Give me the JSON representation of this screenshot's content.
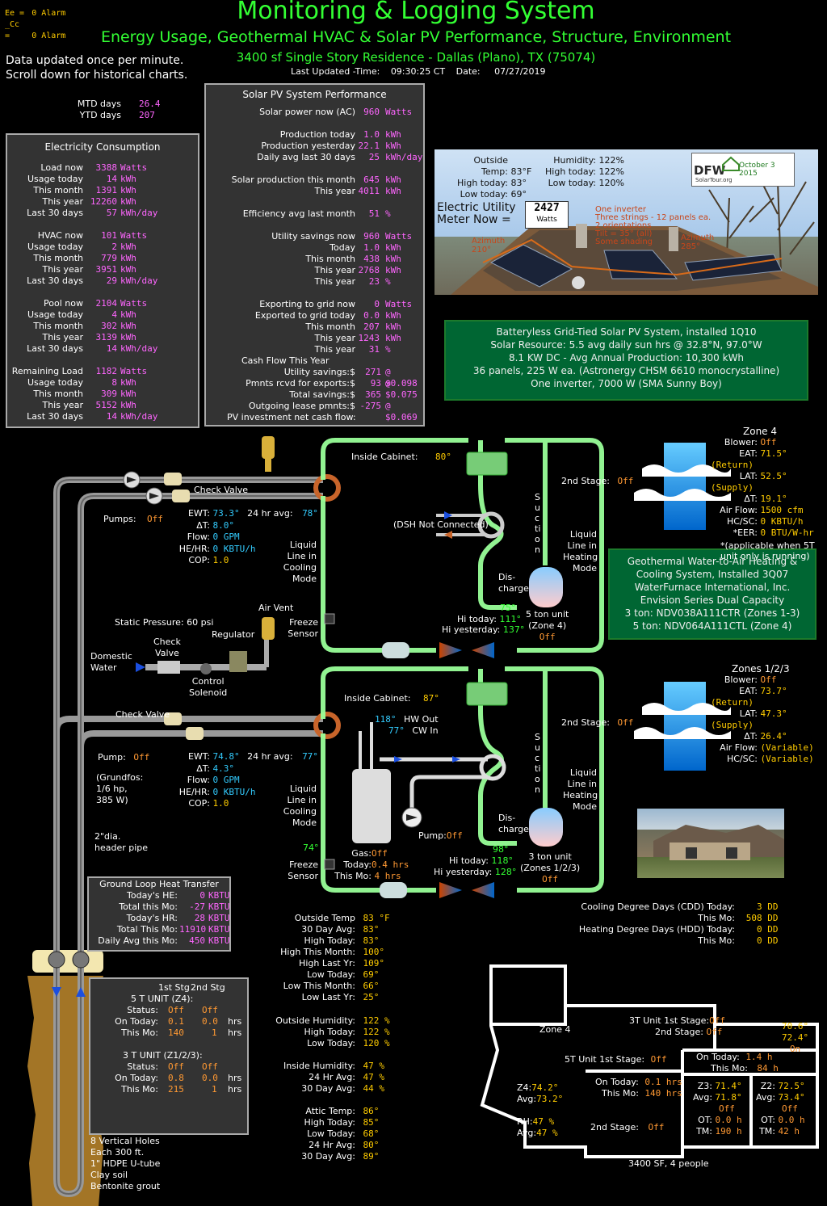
{
  "alarms": [
    {
      "label": "Ee =",
      "value": "0 Alarm"
    },
    {
      "label": "_Cc =",
      "value": "0 Alarm"
    }
  ],
  "header": {
    "title": "Monitoring & Logging System",
    "subtitle": "Energy Usage, Geothermal HVAC & Solar PV Performance, Structure, Environment",
    "location": "3400 sf Single Story Residence - Dallas (Plano), TX  (75074)",
    "updated_label": "Last Updated -Time:",
    "updated_time": "09:30:25 CT",
    "date_label": "Date:",
    "date": "07/27/2019"
  },
  "notes": {
    "line1": "Data updated once per minute.",
    "line2": "Scroll down for historical charts."
  },
  "days": {
    "mtd_label": "MTD days",
    "mtd": "26.4",
    "ytd_label": "YTD days",
    "ytd": "207"
  },
  "electricity": {
    "title": "Electricity Consumption",
    "groups": [
      {
        "rows": [
          [
            "Load now",
            "3388",
            "Watts"
          ],
          [
            "Usage today",
            "14",
            "kWh"
          ],
          [
            "This month",
            "1391",
            "kWh"
          ],
          [
            "This year",
            "12260",
            "kWh"
          ],
          [
            "Last 30 days",
            "57",
            "kWh/day"
          ]
        ]
      },
      {
        "rows": [
          [
            "HVAC now",
            "101",
            "Watts"
          ],
          [
            "Usage today",
            "2",
            "kWh"
          ],
          [
            "This month",
            "779",
            "kWh"
          ],
          [
            "This year",
            "3951",
            "kWh"
          ],
          [
            "Last 30 days",
            "29",
            "kWh/day"
          ]
        ]
      },
      {
        "rows": [
          [
            "Pool now",
            "2104",
            "Watts"
          ],
          [
            "Usage today",
            "4",
            "kWh"
          ],
          [
            "This month",
            "302",
            "kWh"
          ],
          [
            "This year",
            "3139",
            "kWh"
          ],
          [
            "Last 30 days",
            "14",
            "kWh/day"
          ]
        ]
      },
      {
        "rows": [
          [
            "Remaining Load",
            "1182",
            "Watts"
          ],
          [
            "Usage today",
            "8",
            "kWh"
          ],
          [
            "This month",
            "309",
            "kWh"
          ],
          [
            "This year",
            "5152",
            "kWh"
          ],
          [
            "Last 30 days",
            "14",
            "kWh/day"
          ]
        ]
      }
    ]
  },
  "solar": {
    "title": "Solar PV System Performance",
    "r1": [
      "Solar power now (AC)",
      "960",
      "Watts"
    ],
    "r2": [
      "Production today",
      "1.0",
      "kWh"
    ],
    "r3": [
      "Production yesterday",
      "22.1",
      "kWh"
    ],
    "r4": [
      "Daily avg last 30 days",
      "25",
      "kWh/day"
    ],
    "r5": [
      "Solar production this month",
      "645",
      "kWh"
    ],
    "r6": [
      "This year",
      "4011",
      "kWh"
    ],
    "r7": [
      "Efficiency avg last month",
      "51",
      "%"
    ],
    "r8": [
      "Utility savings now",
      "960",
      "Watts"
    ],
    "r9": [
      "Today",
      "1.0",
      "kWh"
    ],
    "r10": [
      "This month",
      "438",
      "kWh"
    ],
    "r11": [
      "This year",
      "2768",
      "kWh"
    ],
    "r12": [
      "This year",
      "23",
      "%"
    ],
    "r13": [
      "Exporting to grid now",
      "0",
      "Watts"
    ],
    "r14": [
      "Exported to grid today",
      "0.0",
      "kWh"
    ],
    "r15": [
      "This month",
      "207",
      "kWh"
    ],
    "r16": [
      "This year",
      "1243",
      "kWh"
    ],
    "r17": [
      "This year",
      "31",
      "%"
    ],
    "cash_title": "Cash Flow This Year",
    "c1": [
      "Utility savings:$",
      "271",
      "@ $0.098"
    ],
    "c2": [
      "Pmnts rcvd for exports:$",
      "93",
      "@ $0.075"
    ],
    "c3": [
      "Total savings:$",
      "365",
      ""
    ],
    "c4": [
      "Outgoing lease pmnts:$",
      "-275",
      "@ $0.069"
    ],
    "c5": "PV investment net cash flow:"
  },
  "weather_photo": {
    "outside_temp_label": "Outside Temp:",
    "outside_temp": "83°F",
    "high_today_label": "High today:",
    "high_today": "83°",
    "low_today_label": "Low today:",
    "low_today": "69°",
    "humidity_label": "Humidity:",
    "humidity": "122%",
    "h_high_label": "High today:",
    "h_high": "122%",
    "h_low_label": "Low today:",
    "h_low": "120%",
    "meter_label1": "Electric Utility",
    "meter_label2": "Meter Now =",
    "meter_value": "2427",
    "meter_unit": "Watts",
    "inv1": "One inverter",
    "inv2": "Three strings - 12 panels ea.",
    "inv3": "2 orientations",
    "inv4": "Tilt = 35° (all)",
    "inv5": "Some shading",
    "az1a": "Azimuth",
    "az1b": "210°",
    "az2a": "Azimuth",
    "az2b": "285°",
    "dfw_logo": "DFW",
    "dfw_date": "October 3 2015",
    "dfw_site": "SolarTour.org"
  },
  "pv_box": {
    "l1": "Batteryless Grid-Tied Solar PV System, installed 1Q10",
    "l2": "Solar Resource: 5.5 avg daily sun hrs @ 32.8°N, 97.0°W",
    "l3": "8.1 KW DC - Avg Annual Production: 10,300 kWh",
    "l4": "36 panels, 225 W ea. (Astronergy CHSM 6610 monocrystalline)",
    "l5": "One inverter, 7000 W (SMA Sunny Boy)"
  },
  "geo_box": {
    "l1": "Geothermal Water-to-Air Heating &",
    "l2": "Cooling System, Installed 3Q07",
    "l3": "WaterFurnace International, Inc.",
    "l4": "Envision Series Dual Capacity",
    "l5": "3 ton: NDV038A111CTR (Zones 1-3)",
    "l6": "5 ton: NDV064A111CTL (Zone 4)"
  },
  "loop_top": {
    "check_valve": "Check Valve",
    "pumps_label": "Pumps:",
    "pumps": "Off",
    "ewt_label": "EWT:",
    "ewt": "73.3°",
    "avg_label": "24 hr avg:",
    "avg": "78°",
    "dt_label": "ΔT:",
    "dt": "8.0°",
    "flow_label": "Flow:",
    "flow": "0 GPM",
    "hehr_label": "HE/HR:",
    "hehr": "0 KBTU/h",
    "cop_label": "COP:",
    "cop": "1.0"
  },
  "unit5": {
    "cabinet_label": "Inside Cabinet:",
    "cabinet": "80°",
    "second_stage_label": "2nd Stage:",
    "second_stage": "Off",
    "dsh": "(DSH Not Connected)",
    "suction": "Suction",
    "liquid": "Liquid Line in Cooling Mode",
    "liquid_heat": "Liquid Line in Heating Mode",
    "discharge1": "Dis-",
    "discharge2": "charge",
    "disch_temp": "75°",
    "hi_today_label": "Hi today:",
    "hi_today": "111°",
    "hi_yest_label": "Hi yesterday:",
    "hi_yest": "137°",
    "name1": "5 ton unit",
    "name2": "(Zone 4)",
    "status": "Off",
    "freeze": "Freeze Sensor"
  },
  "zone4": {
    "title": "Zone 4",
    "blower_label": "Blower:",
    "blower": "Off",
    "eat_label": "EAT:",
    "eat": "71.5°(Return)",
    "lat_label": "LAT:",
    "lat": "52.5°(Supply)",
    "dt_label": "ΔT:",
    "dt": "19.1°",
    "airflow_label": "Air Flow:",
    "airflow": "1500 cfm",
    "hcsc_label": "HC/SC:",
    "hcsc": "0 KBTU/h",
    "eer_label": "*EER:",
    "eer": "0 BTU/W-hr",
    "note1": "*(applicable when 5T",
    "note2": "unit only is running)"
  },
  "domestic": {
    "static": "Static Pressure: 60 psi",
    "air_vent": "Air Vent",
    "check": "Check",
    "valve": "Valve",
    "regulator": "Regulator",
    "domestic1": "Domestic",
    "domestic2": "Water",
    "control": "Control",
    "solenoid": "Solenoid"
  },
  "loop_bottom": {
    "check_valve": "Check Valve",
    "pump_label": "Pump:",
    "pump": "Off",
    "ewt_label": "EWT:",
    "ewt": "74.8°",
    "avg_label": "24 hr avg:",
    "avg": "77°",
    "dt_label": "ΔT:",
    "dt": "4.3°",
    "flow_label": "Flow:",
    "flow": "0 GPM",
    "hehr_label": "HE/HR:",
    "hehr": "0 KBTU/h",
    "cop_label": "COP:",
    "cop": "1.0",
    "grund1": "(Grundfos:",
    "grund2": "1/6 hp,",
    "grund3": "385 W)",
    "header1": "2\"dia.",
    "header2": "header pipe"
  },
  "unit3": {
    "cabinet_label": "Inside Cabinet:",
    "cabinet": "87°",
    "second_stage_label": "2nd Stage:",
    "second_stage": "Off",
    "hw_out_temp": "118°",
    "hw_out": "HW Out",
    "cw_in_temp": "77°",
    "cw_in": "CW In",
    "pump_label": "Pump:",
    "pump": "Off",
    "liquid": "Liquid Line in Cooling Mode",
    "liquid_heat": "Liquid Line in Heating Mode",
    "liq_temp": "74°",
    "gas_label": "Gas:",
    "gas": "Off",
    "today_label": "Today:",
    "today": "0.4 hrs",
    "mo_label": "This Mo:",
    "mo": "4 hrs",
    "discharge1": "Dis-",
    "discharge2": "charge",
    "disch_temp": "98°",
    "hi_today_label": "Hi today:",
    "hi_today": "118°",
    "hi_yest_label": "Hi yesterday:",
    "hi_yest": "128°",
    "name1": "3 ton unit",
    "name2": "(Zones 1/2/3)",
    "status": "Off",
    "freeze": "Freeze Sensor"
  },
  "zone123": {
    "title": "Zones 1/2/3",
    "blower_label": "Blower:",
    "blower": "Off",
    "eat_label": "EAT:",
    "eat": "73.7°(Return)",
    "lat_label": "LAT:",
    "lat": "47.3°(Supply)",
    "dt_label": "ΔT:",
    "dt": "26.4°",
    "airflow_label": "Air Flow:",
    "airflow": "(Variable)",
    "hcsc_label": "HC/SC:",
    "hcsc": "(Variable)"
  },
  "ground_loop": {
    "title": "Ground Loop Heat Transfer",
    "rows": [
      [
        "Today's HE:",
        "0",
        "KBTU"
      ],
      [
        "Total this Mo:",
        "-27",
        "KBTU"
      ],
      [
        "Today's HR:",
        "28",
        "KBTU"
      ],
      [
        "Total This Mo:",
        "11910",
        "KBTU"
      ],
      [
        "Daily Avg this Mo:",
        "450",
        "KBTU"
      ]
    ]
  },
  "units_runtime": {
    "h1": "1st Stg",
    "h2": "2nd Stg",
    "u5": "5 T UNIT (Z4):",
    "u3": "3 T UNIT (Z1/2/3):",
    "status_label": "Status:",
    "ontoday_label": "On Today:",
    "thismo_label": "This Mo:",
    "u5_status": [
      "Off",
      "Off"
    ],
    "u5_today": [
      "0.1",
      "0.0"
    ],
    "u5_mo": [
      "140",
      "1"
    ],
    "u3_status": [
      "Off",
      "Off"
    ],
    "u3_today": [
      "0.8",
      "0.0"
    ],
    "u3_mo": [
      "215",
      "1"
    ],
    "hrs": "hrs"
  },
  "wells": {
    "l1": "8 Vertical Holes",
    "l2": "Each 300 ft.",
    "l3": "1\" HDPE U-tube",
    "l4": "Clay soil",
    "l5": "Bentonite grout"
  },
  "weather": {
    "rows": [
      [
        "Outside Temp",
        "83 °F"
      ],
      [
        "30 Day Avg:",
        "83°"
      ],
      [
        "High Today:",
        "83°"
      ],
      [
        "High This Month:",
        "100°"
      ],
      [
        "High Last Yr:",
        "109°"
      ],
      [
        "Low Today:",
        "69°"
      ],
      [
        "Low This Month:",
        "66°"
      ],
      [
        "Low Last Yr:",
        "25°"
      ]
    ],
    "hum_rows": [
      [
        "Outside Humidity:",
        "122 %"
      ],
      [
        "High Today:",
        "122 %"
      ],
      [
        "Low Today:",
        "120 %"
      ]
    ],
    "in_rows": [
      [
        "Inside Humidity:",
        "47 %"
      ],
      [
        "24 Hr Avg:",
        "47 %"
      ],
      [
        "30 Day Avg:",
        "44 %"
      ]
    ],
    "attic_rows": [
      [
        "Attic Temp:",
        "86°"
      ],
      [
        "High Today:",
        "85°"
      ],
      [
        "Low Today:",
        "68°"
      ],
      [
        "24 Hr Avg:",
        "80°"
      ],
      [
        "30 Day Avg:",
        "89°"
      ]
    ]
  },
  "degree_days": {
    "cdd_label": "Cooling Degree Days (CDD) Today:",
    "cdd": "3 DD",
    "cdd_mo_label": "This Mo:",
    "cdd_mo": "508 DD",
    "hdd_label": "Heating Degree Days (HDD) Today:",
    "hdd": "0 DD",
    "hdd_mo_label": "This Mo:",
    "hdd_mo": "0 DD"
  },
  "floorplan": {
    "zone4": "Zone 4",
    "t3_1st_label": "3T Unit 1st Stage:",
    "t3_1st": "Off",
    "t3_2nd_label": "2nd Stage:",
    "t3_2nd": "Off",
    "setpoint1": "70.6°",
    "setpoint2": "72.4°",
    "setpoint_status": "On",
    "t3_ontoday_label": "On Today:",
    "t3_ontoday": "1.4 h",
    "t3_mo_label": "This Mo:",
    "t3_mo": "84 h",
    "t5_1st_label": "5T Unit 1st Stage:",
    "t5_1st": "Off",
    "t5_ontoday_label": "On Today:",
    "t5_ontoday": "0.1 hrs",
    "t5_mo_label": "This Mo:",
    "t5_mo": "140 hrs",
    "t5_2nd_label": "2nd Stage:",
    "t5_2nd": "Off",
    "z4_label": "Z4:",
    "z4": "74.2°",
    "z4avg_label": "Avg:",
    "z4avg": "73.2°",
    "rh_label": "RH:",
    "rh": "47 %",
    "rhavg_label": "Avg:",
    "rhavg": "47 %",
    "z3_label": "Z3:",
    "z3": "71.4°",
    "z3avg_label": "Avg:",
    "z3avg": "71.8°",
    "z3_status": "Off",
    "z3_ot_label": "OT:",
    "z3_ot": "0.0 h",
    "z3_tm_label": "TM:",
    "z3_tm": "190 h",
    "z2_label": "Z2:",
    "z2": "72.5°",
    "z2avg_label": "Avg:",
    "z2avg": "73.4°",
    "z2_status": "Off",
    "z2_ot_label": "OT:",
    "z2_ot": "0.0 h",
    "z2_tm_label": "TM:",
    "z2_tm": "42 h",
    "caption": "3400 SF, 4 people"
  }
}
